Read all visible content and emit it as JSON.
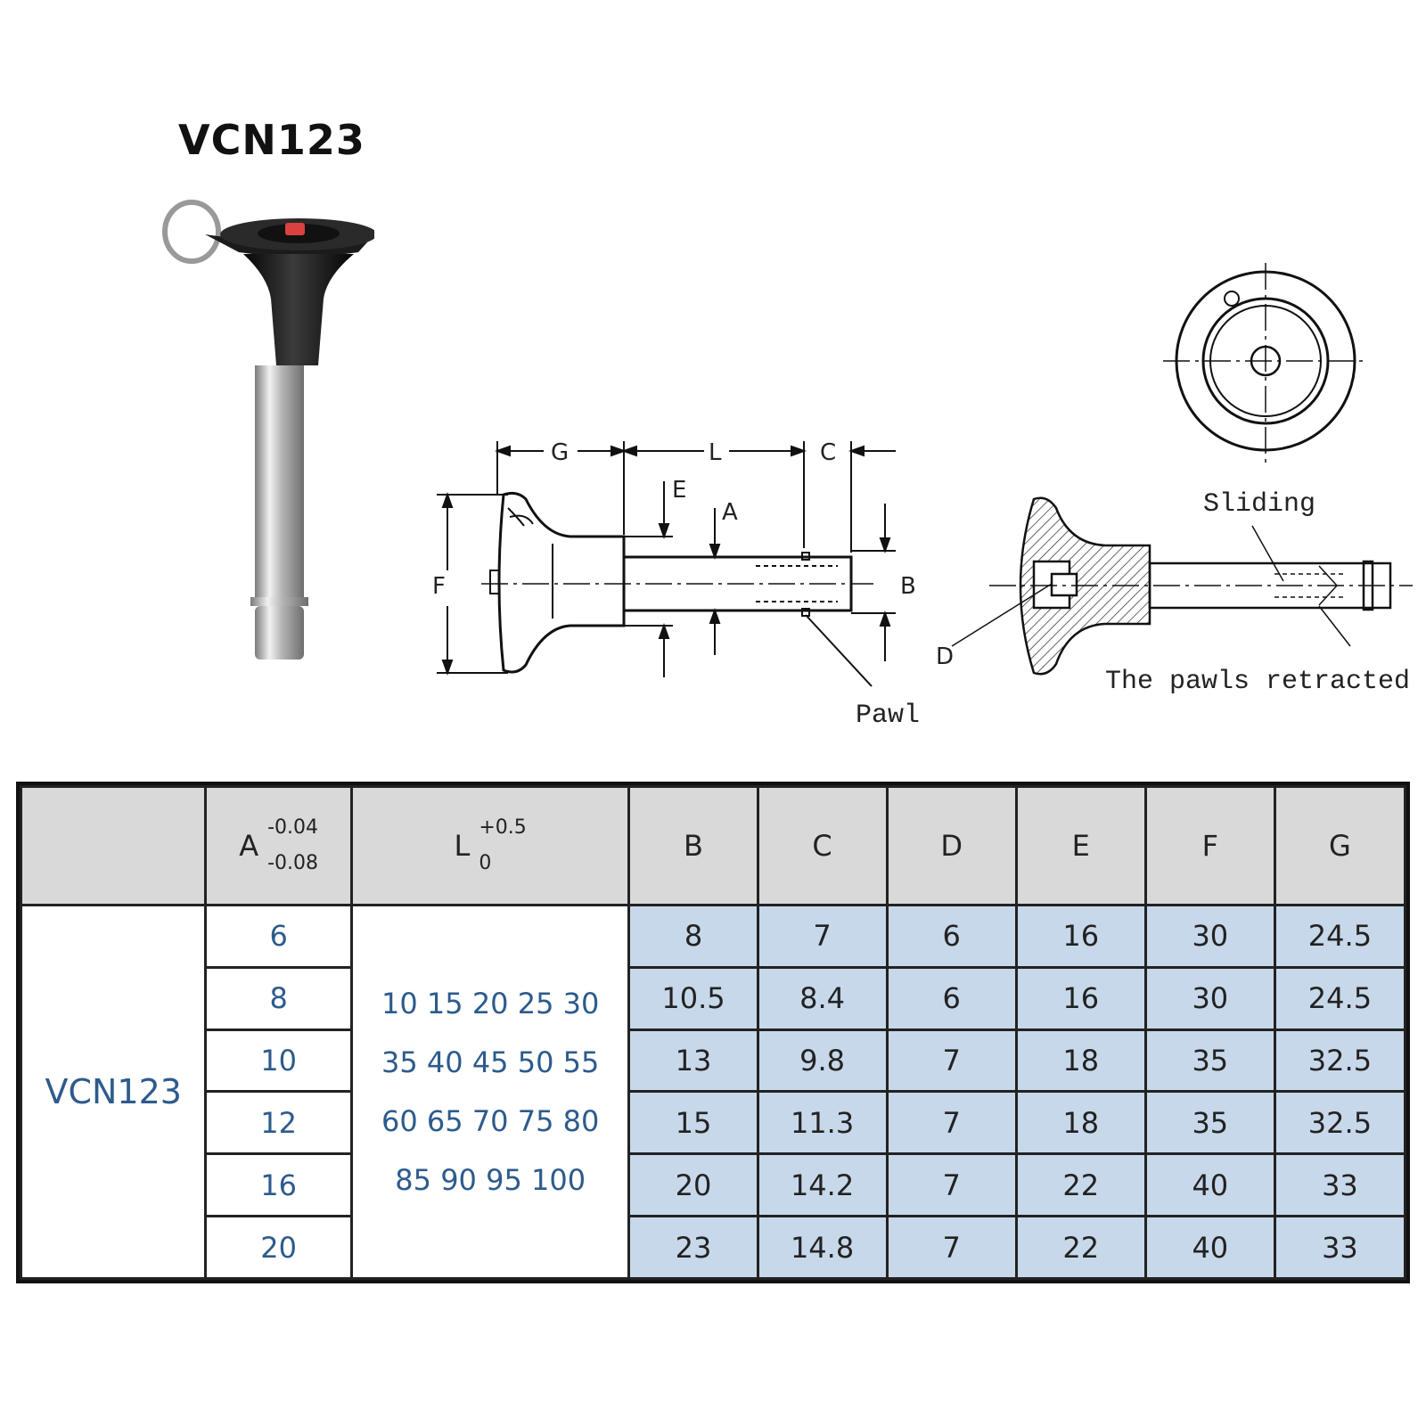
{
  "product": {
    "title": "VCN123"
  },
  "drawing": {
    "labels": {
      "G": "G",
      "L": "L",
      "C": "C",
      "E": "E",
      "A": "A",
      "F": "F",
      "B": "B",
      "D": "D",
      "pawl": "Pawl",
      "sliding": "Sliding",
      "retracted": "The pawls retracted"
    }
  },
  "table": {
    "headers": {
      "blank": "",
      "a": {
        "symbol": "A",
        "tol_upper": "-0.04",
        "tol_lower": "-0.08"
      },
      "l": {
        "symbol": "L",
        "tol_upper": "+0.5",
        "tol_lower": "0"
      },
      "b": "B",
      "c": "C",
      "d": "D",
      "e": "E",
      "f": "F",
      "g": "G"
    },
    "model": "VCN123",
    "l_values": [
      "10 15 20 25 30",
      "35 40 45 50 55",
      "60 65 70 75 80",
      "85 90 95 100"
    ],
    "rows": [
      {
        "a": "6",
        "b": "8",
        "c": "7",
        "d": "6",
        "e": "16",
        "f": "30",
        "g": "24.5"
      },
      {
        "a": "8",
        "b": "10.5",
        "c": "8.4",
        "d": "6",
        "e": "16",
        "f": "30",
        "g": "24.5"
      },
      {
        "a": "10",
        "b": "13",
        "c": "9.8",
        "d": "7",
        "e": "18",
        "f": "35",
        "g": "32.5"
      },
      {
        "a": "12",
        "b": "15",
        "c": "11.3",
        "d": "7",
        "e": "18",
        "f": "35",
        "g": "32.5"
      },
      {
        "a": "16",
        "b": "20",
        "c": "14.2",
        "d": "7",
        "e": "22",
        "f": "40",
        "g": "33"
      },
      {
        "a": "20",
        "b": "23",
        "c": "14.8",
        "d": "7",
        "e": "22",
        "f": "40",
        "g": "33"
      }
    ]
  }
}
